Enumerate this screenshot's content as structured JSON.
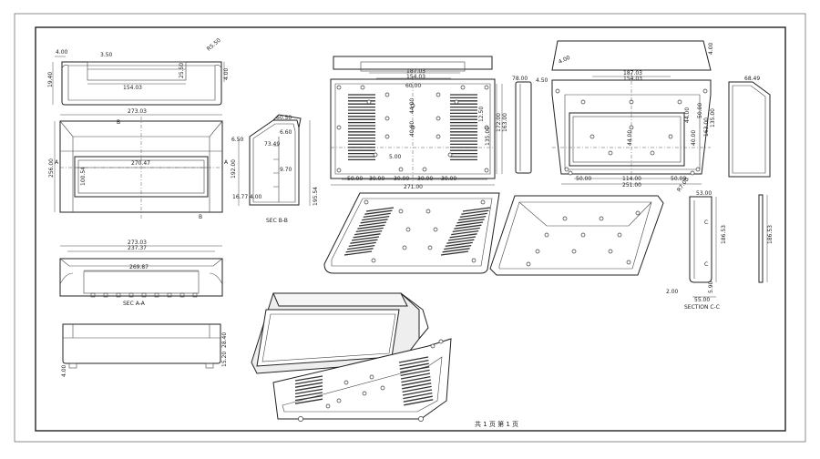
{
  "drawing": {
    "footer_text": "共 1 页 第 1 页",
    "border_color": "#222222",
    "background": "#ffffff"
  },
  "views": {
    "top_left_side": {
      "dims": [
        "4.00",
        "19.40",
        "3.50",
        "154.03",
        "25.50",
        "R5.50",
        "4.00"
      ]
    },
    "front_main": {
      "dims": [
        "273.03",
        "B",
        "B",
        "270.47",
        "A",
        "A",
        "256.00",
        "100.54"
      ]
    },
    "sec_bb": {
      "title": "SEC B-B",
      "dims": [
        "60.50",
        "6.50",
        "73.49",
        "6.60",
        "9.70",
        "16.77",
        "4.00",
        "192.00",
        "195.54"
      ]
    },
    "sec_aa": {
      "title": "SEC A-A",
      "dims": [
        "273.03",
        "237.37",
        "269.87"
      ]
    },
    "bottom_left_side": {
      "dims": [
        "28.40",
        "15.20",
        "4.00"
      ]
    },
    "back_panel": {
      "dims": [
        "187.03",
        "154.03",
        "60.00",
        "44.00",
        "40.00",
        "5.00",
        "30.00",
        "30.00",
        "30.00",
        "30.00",
        "50.00",
        "271.00",
        "12.50",
        "135.00",
        "172.00",
        "163.00"
      ]
    },
    "back_panel_side": {
      "dims": [
        "78.00",
        "4.50"
      ]
    },
    "front_housing": {
      "dims": [
        "4.00",
        "187.03",
        "154.03",
        "44.00",
        "44.00",
        "40.00",
        "114.00",
        "251.00",
        "50.00",
        "50.00",
        "50.00",
        "163.00",
        "135.00"
      ]
    },
    "front_housing_side": {
      "dims": [
        "68.49",
        "4.00"
      ]
    },
    "section_cc": {
      "title": "SECTION C-C",
      "dims": [
        "53.00",
        "R7.00",
        "C",
        "C",
        "186.53",
        "2.00",
        "55.00",
        "5.90"
      ]
    },
    "thin_part": {
      "dims": [
        "186.53"
      ]
    }
  }
}
